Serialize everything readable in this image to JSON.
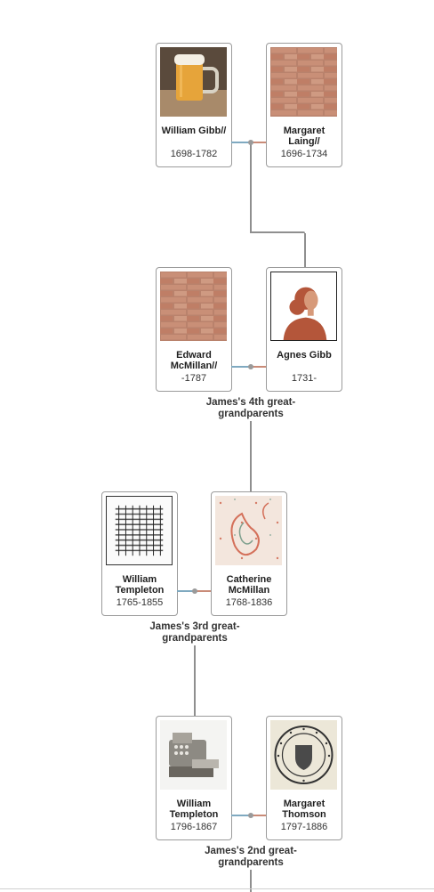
{
  "tree": {
    "gen5": {
      "left": {
        "name": "William Gibb//",
        "dates": "1698-1782",
        "photo": "beer-mug-photo"
      },
      "right": {
        "name": "Margaret Laing//",
        "dates": "1696-1734",
        "photo": "brick-wall-photo"
      }
    },
    "gen4": {
      "left": {
        "name": "Edward McMillan//",
        "dates": "-1787",
        "photo": "brick-wall-photo"
      },
      "right": {
        "name": "Agnes Gibb",
        "dates": "1731-",
        "photo": "female-silhouette-avatar"
      },
      "label": "James's 4th great-grandparents"
    },
    "gen3": {
      "left": {
        "name": "William Templeton",
        "dates": "1765-1855",
        "photo": "weaving-pattern-diagram"
      },
      "right": {
        "name": "Catherine McMillan",
        "dates": "1768-1836",
        "photo": "paisley-fabric-photo"
      },
      "label": "James's 3rd great-grandparents"
    },
    "gen2": {
      "left": {
        "name": "William Templeton",
        "dates": "1796-1867",
        "photo": "cash-register-photo"
      },
      "right": {
        "name": "Margaret Thomson",
        "dates": "1797-1886",
        "photo": "corporation-seal-image"
      },
      "label": "James's 2nd great-grandparents"
    }
  },
  "colors": {
    "card_border": "#9b9b9b",
    "connector": "#8f8f8f",
    "male_link": "#7fa9c0",
    "female_link": "#c98b78"
  }
}
